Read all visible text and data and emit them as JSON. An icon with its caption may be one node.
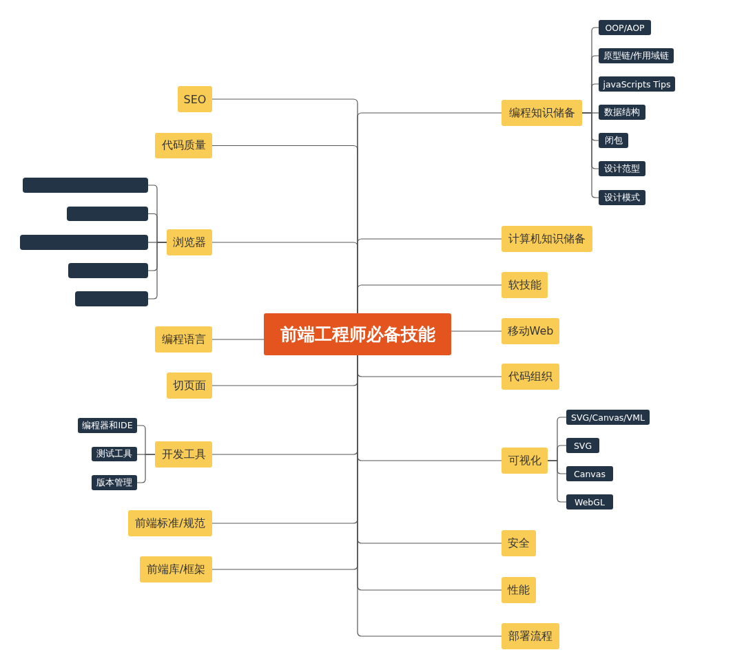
{
  "diagram": {
    "nodes": [
      {
        "text": [
          "前端工程师必备技能"
        ]
      },
      {
        "text": [
          "SEO"
        ]
      },
      {
        "text": [
          "代码质量"
        ]
      },
      {
        "text": [
          "浏览器"
        ]
      },
      {
        "text": [],
        "shape": "box"
      },
      {
        "text": [],
        "shape": "box"
      },
      {
        "text": [],
        "shape": "box"
      },
      {
        "text": [],
        "shape": "box"
      },
      {
        "text": [],
        "shape": "box"
      },
      {
        "text": [
          "编程语言"
        ]
      },
      {
        "text": [
          "切页面"
        ]
      },
      {
        "text": [
          "开发工具"
        ]
      },
      {
        "text": [
          "编程器和IDE"
        ]
      },
      {
        "text": [
          "测试工具"
        ]
      },
      {
        "text": [
          "版本管理"
        ]
      },
      {
        "text": [
          "前端标准/规范"
        ]
      },
      {
        "text": [
          "前端库/框架"
        ]
      },
      {
        "text": [
          "编程知识储备"
        ]
      },
      {
        "text": [
          "OOP/AOP"
        ]
      },
      {
        "text": [
          "原型链/作用域链"
        ]
      },
      {
        "text": [
          "javaScripts Tips"
        ]
      },
      {
        "text": [
          "数据结构"
        ]
      },
      {
        "text": [
          "闭包"
        ]
      },
      {
        "text": [
          "设计范型"
        ]
      },
      {
        "text": [
          "设计模式"
        ]
      },
      {
        "text": [
          "计算机知识储备"
        ]
      },
      {
        "text": [
          "软技能"
        ]
      },
      {
        "text": [
          "移动Web"
        ]
      },
      {
        "text": [
          "代码组织"
        ]
      },
      {
        "text": [
          "可视化"
        ]
      },
      {
        "text": [
          "SVG/Canvas/VML"
        ]
      },
      {
        "text": [
          "SVG"
        ]
      },
      {
        "text": [
          "Canvas"
        ]
      },
      {
        "text": [
          "WebGL"
        ]
      },
      {
        "text": [
          "安全"
        ]
      },
      {
        "text": [
          "性能"
        ]
      },
      {
        "text": [
          "部署流程"
        ]
      }
    ],
    "edges": [
      {
        "from": 0,
        "to": 1,
        "arrow": "none"
      },
      {
        "from": 0,
        "to": 2,
        "arrow": "none"
      },
      {
        "from": 0,
        "to": 3,
        "arrow": "none"
      },
      {
        "from": 3,
        "to": 4,
        "arrow": "none"
      },
      {
        "from": 3,
        "to": 5,
        "arrow": "none"
      },
      {
        "from": 3,
        "to": 6,
        "arrow": "none"
      },
      {
        "from": 3,
        "to": 7,
        "arrow": "none"
      },
      {
        "from": 3,
        "to": 8,
        "arrow": "none"
      },
      {
        "from": 0,
        "to": 9,
        "arrow": "none"
      },
      {
        "from": 0,
        "to": 10,
        "arrow": "none"
      },
      {
        "from": 0,
        "to": 11,
        "arrow": "none"
      },
      {
        "from": 11,
        "to": 12,
        "arrow": "none"
      },
      {
        "from": 11,
        "to": 13,
        "arrow": "none"
      },
      {
        "from": 11,
        "to": 14,
        "arrow": "none"
      },
      {
        "from": 0,
        "to": 15,
        "arrow": "none"
      },
      {
        "from": 0,
        "to": 16,
        "arrow": "none"
      },
      {
        "from": 0,
        "to": 17,
        "arrow": "none"
      },
      {
        "from": 17,
        "to": 18,
        "arrow": "none"
      },
      {
        "from": 17,
        "to": 19,
        "arrow": "none"
      },
      {
        "from": 17,
        "to": 20,
        "arrow": "none"
      },
      {
        "from": 17,
        "to": 21,
        "arrow": "none"
      },
      {
        "from": 17,
        "to": 22,
        "arrow": "none"
      },
      {
        "from": 17,
        "to": 23,
        "arrow": "none"
      },
      {
        "from": 17,
        "to": 24,
        "arrow": "none"
      },
      {
        "from": 0,
        "to": 25,
        "arrow": "none"
      },
      {
        "from": 0,
        "to": 26,
        "arrow": "none"
      },
      {
        "from": 0,
        "to": 27,
        "arrow": "none"
      },
      {
        "from": 0,
        "to": 28,
        "arrow": "none"
      },
      {
        "from": 0,
        "to": 29,
        "arrow": "none"
      },
      {
        "from": 29,
        "to": 30,
        "arrow": "none"
      },
      {
        "from": 29,
        "to": 31,
        "arrow": "none"
      },
      {
        "from": 29,
        "to": 32,
        "arrow": "none"
      },
      {
        "from": 29,
        "to": 33,
        "arrow": "none"
      },
      {
        "from": 0,
        "to": 34,
        "arrow": "none"
      },
      {
        "from": 0,
        "to": 35,
        "arrow": "none"
      },
      {
        "from": 0,
        "to": 36,
        "arrow": "none"
      }
    ]
  }
}
